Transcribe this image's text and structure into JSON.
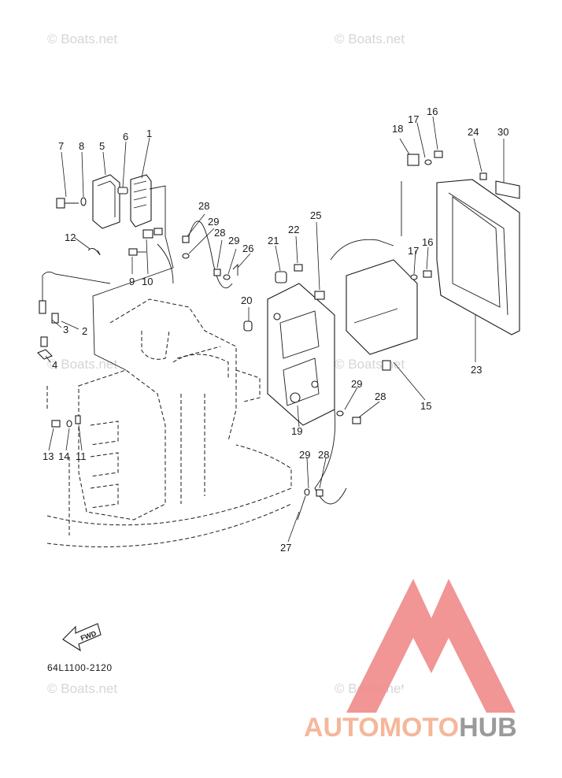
{
  "watermarks": [
    "© Boats.net",
    "© Boats.net",
    "© Boats.net",
    "© Boats.net",
    "© Boats.net",
    "© Boats.net"
  ],
  "diagram_code": "64L1100-2120",
  "fwd_label": "FWD",
  "brand": {
    "part1": "AUTOMOTO",
    "part2": "HUB",
    "color_part1": "#f5b79a",
    "color_part2": "#9a9a9a",
    "logo_color": "#f08a8a"
  },
  "callouts": [
    "1",
    "2",
    "3",
    "4",
    "5",
    "6",
    "7",
    "8",
    "9",
    "10",
    "11",
    "12",
    "13",
    "14",
    "15",
    "16",
    "16",
    "17",
    "17",
    "18",
    "19",
    "20",
    "21",
    "22",
    "23",
    "24",
    "25",
    "26",
    "27",
    "28",
    "28",
    "28",
    "28",
    "29",
    "29",
    "29",
    "29",
    "30"
  ]
}
